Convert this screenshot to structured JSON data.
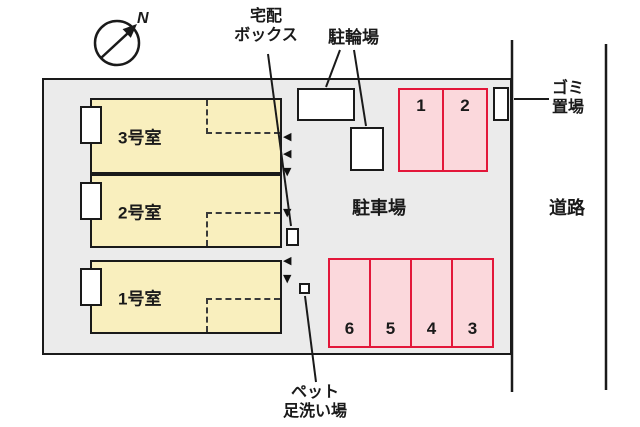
{
  "compass": {
    "north_label": "N"
  },
  "labels": {
    "delivery_box_line1": "宅配",
    "delivery_box_line2": "ボックス",
    "bicycle_parking": "駐輪場",
    "garbage_line1": "ゴミ",
    "garbage_line2": "置場",
    "road": "道路",
    "parking_lot": "駐車場",
    "pet_wash_line1": "ペット",
    "pet_wash_line2": "足洗い場"
  },
  "rooms": [
    {
      "label": "3号室"
    },
    {
      "label": "2号室"
    },
    {
      "label": "1号室"
    }
  ],
  "parking": {
    "top_spaces": [
      {
        "number": "1"
      },
      {
        "number": "2"
      }
    ],
    "bottom_spaces": [
      {
        "number": "6"
      },
      {
        "number": "5"
      },
      {
        "number": "4"
      },
      {
        "number": "3"
      }
    ]
  },
  "markers": [
    {
      "glyph": "◀"
    },
    {
      "glyph": "◀"
    },
    {
      "glyph": "▼"
    },
    {
      "glyph": "▼"
    },
    {
      "glyph": "◀"
    },
    {
      "glyph": "▼"
    }
  ],
  "colors": {
    "site_fill": "#ebebeb",
    "room_fill": "#f9efbe",
    "parking_fill": "#fbd8dc",
    "parking_border": "#e3173a",
    "line": "#1a1a1a"
  }
}
